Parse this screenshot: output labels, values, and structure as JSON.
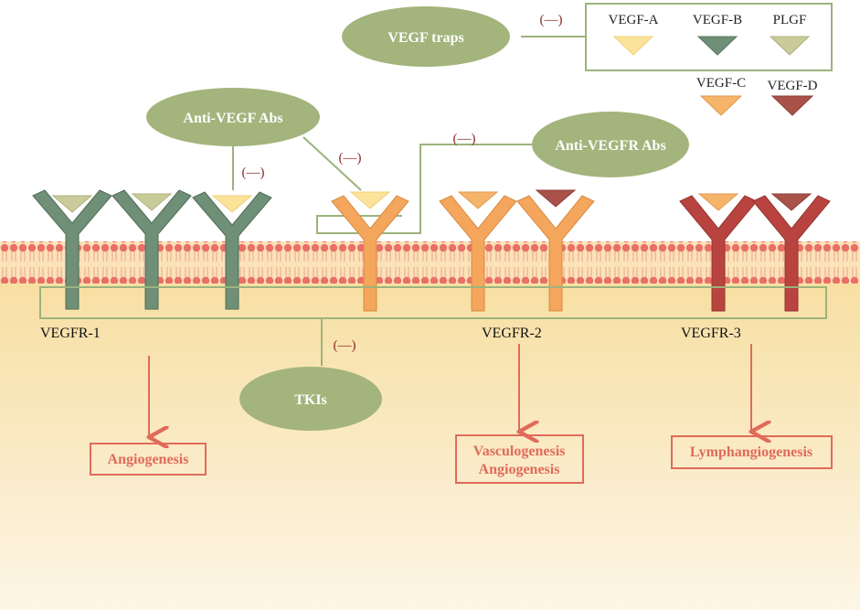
{
  "colors": {
    "green_oval": "#a3b47c",
    "ligand_a": "#fbe39a",
    "ligand_b": "#6f8f76",
    "ligand_plgf": "#c9cc9a",
    "ligand_c": "#f4b46a",
    "ligand_d": "#a8524a",
    "receptor_1": "#6f8f76",
    "receptor_2": "#f4a65c",
    "receptor_3": "#b9443f",
    "arrow": "#e06b5a",
    "outline_green": "#9cb37c",
    "inhibit": "#8b2a2a"
  },
  "inhibitors": {
    "traps": "VEGF traps",
    "anti_vegf": "Anti-VEGF Abs",
    "anti_vegfr": "Anti-VEGFR Abs",
    "tki": "TKIs"
  },
  "inhibit_symbol": "(—)",
  "ligands": {
    "a": "VEGF-A",
    "b": "VEGF-B",
    "plgf": "PLGF",
    "c": "VEGF-C",
    "d": "VEGF-D"
  },
  "receptors": {
    "r1": "VEGFR-1",
    "r2": "VEGFR-2",
    "r3": "VEGFR-3"
  },
  "outcomes": {
    "r1": "Angiogenesis",
    "r2_line1": "Vasculogenesis",
    "r2_line2": "Angiogenesis",
    "r3": "Lymphangiogenesis"
  }
}
